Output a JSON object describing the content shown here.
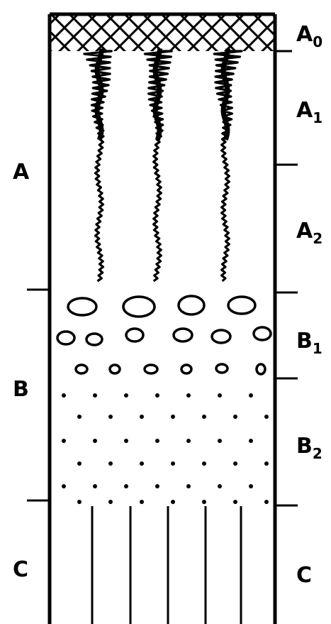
{
  "left_labels": [
    "A",
    "B",
    "C"
  ],
  "right_labels": [
    {
      "main": "A",
      "sub": "0"
    },
    {
      "main": "A",
      "sub": "1"
    },
    {
      "main": "A",
      "sub": "2"
    },
    {
      "main": "B",
      "sub": "1"
    },
    {
      "main": "B",
      "sub": "2"
    },
    {
      "main": "C",
      "sub": ""
    }
  ],
  "colors": {
    "ink": "#000000",
    "background": "#ffffff"
  }
}
